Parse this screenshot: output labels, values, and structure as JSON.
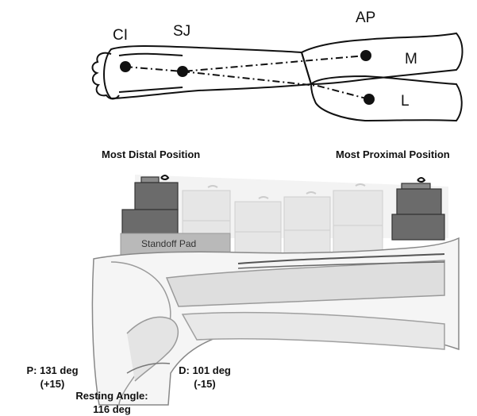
{
  "top_diagram": {
    "labels": {
      "ci": "CI",
      "sj": "SJ",
      "ap": "AP",
      "m": "M",
      "l": "L"
    }
  },
  "bottom_diagram": {
    "most_distal_position": "Most Distal Position",
    "most_proximal_position": "Most Proximal Position",
    "standoff_pad": "Standoff Pad",
    "p_angle": "P: 131 deg",
    "p_delta": "(+15)",
    "d_angle": "D: 101 deg",
    "d_delta": "(-15)",
    "resting_angle_label": "Resting Angle:",
    "resting_angle_value": "116 deg"
  },
  "colors": {
    "transducer_dark": "#6b6b6b",
    "transducer_faded": "#e4e4e4",
    "standoff_pad": "#b9b9b9",
    "outline": "#111111"
  }
}
